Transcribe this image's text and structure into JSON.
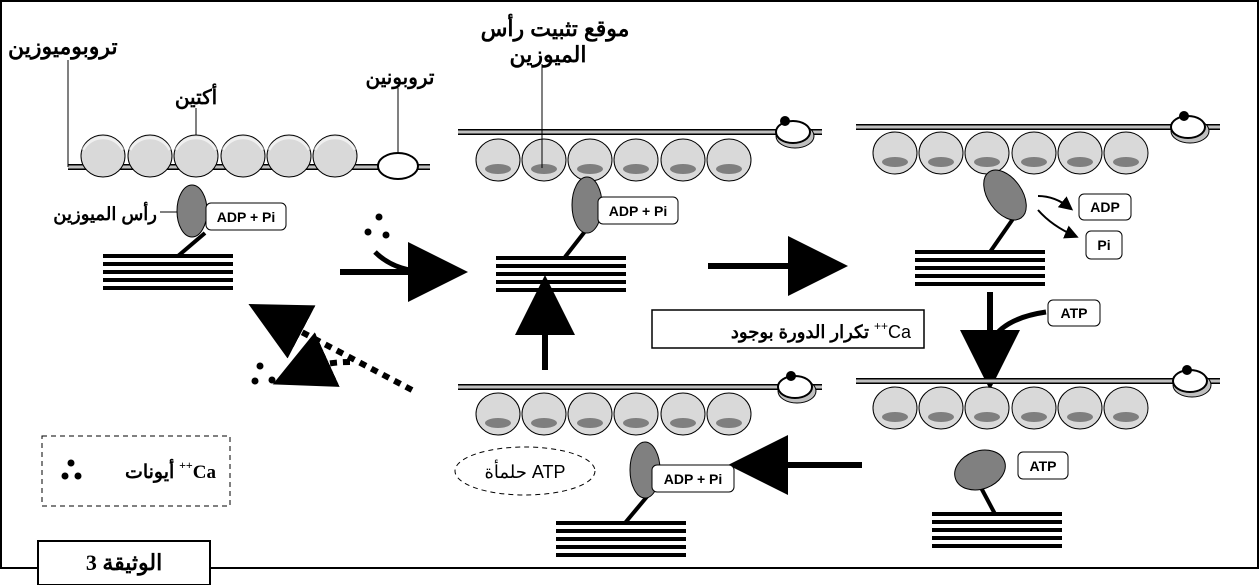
{
  "labels": {
    "tropomyosin": "تروبوميوزين",
    "actin": "أكتين",
    "troponin": "تروبونين",
    "binding_site_line1": "موقع تثبيت رأس",
    "binding_site_line2": "الميوزين",
    "myosin_head": "رأس الميوزين",
    "adp_pi": "ADP + Pi",
    "adp": "ADP",
    "pi": "Pi",
    "atp": "ATP",
    "cycle_repeat": "تكرار الدورة بوجود",
    "cycle_ca": "Ca",
    "cycle_charge": "++",
    "atp_hydrolysis": "حلمأة ATP",
    "legend_ions": "أيونات",
    "legend_ca": "Ca",
    "legend_charge": "++",
    "document": "الوثيقة 3"
  },
  "colors": {
    "actin_fill": "#d9d9d9",
    "binding_site": "#7f7f7f",
    "myosin_head": "#808080",
    "tropomyosin_line": "#c0c0c0"
  }
}
